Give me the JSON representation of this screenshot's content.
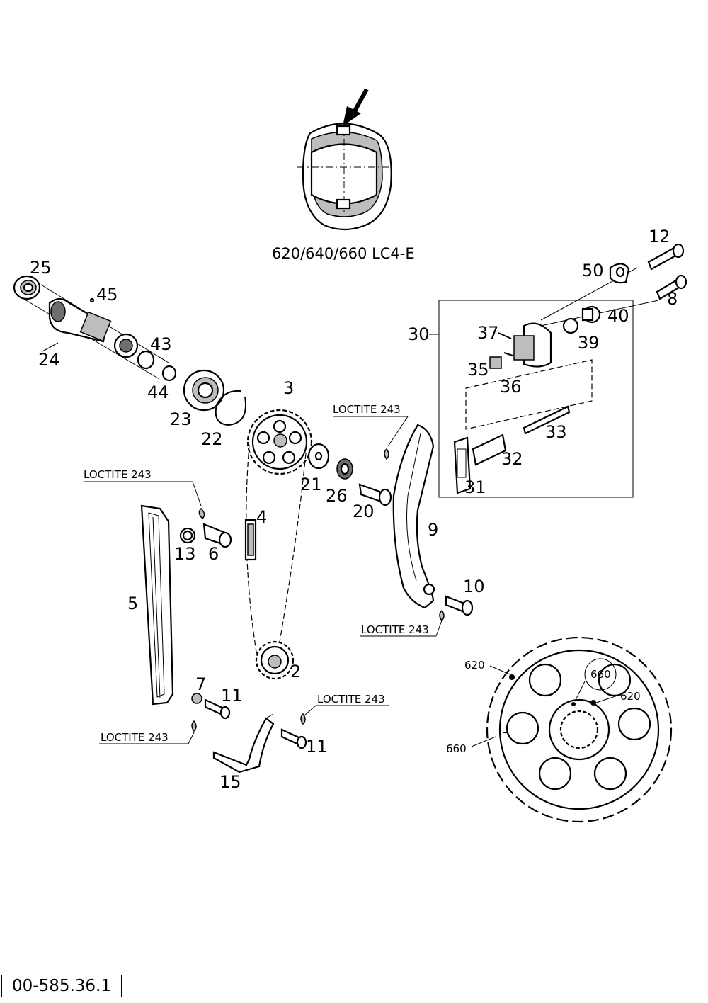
{
  "diagram": {
    "inset_caption": "620/640/660 LC4-E",
    "doc_id": "00-585.36.1",
    "loctite_label": "LOCTITE 243",
    "sprocket_labels": [
      "620",
      "660",
      "620",
      "660"
    ],
    "callouts": [
      "25",
      "45",
      "24",
      "43",
      "44",
      "23",
      "22",
      "3",
      "21",
      "26",
      "20",
      "4",
      "13",
      "6",
      "5",
      "7",
      "11",
      "11",
      "15",
      "2",
      "9",
      "10",
      "12",
      "50",
      "8",
      "30",
      "37",
      "40",
      "39",
      "35",
      "36",
      "33",
      "32",
      "31"
    ]
  }
}
